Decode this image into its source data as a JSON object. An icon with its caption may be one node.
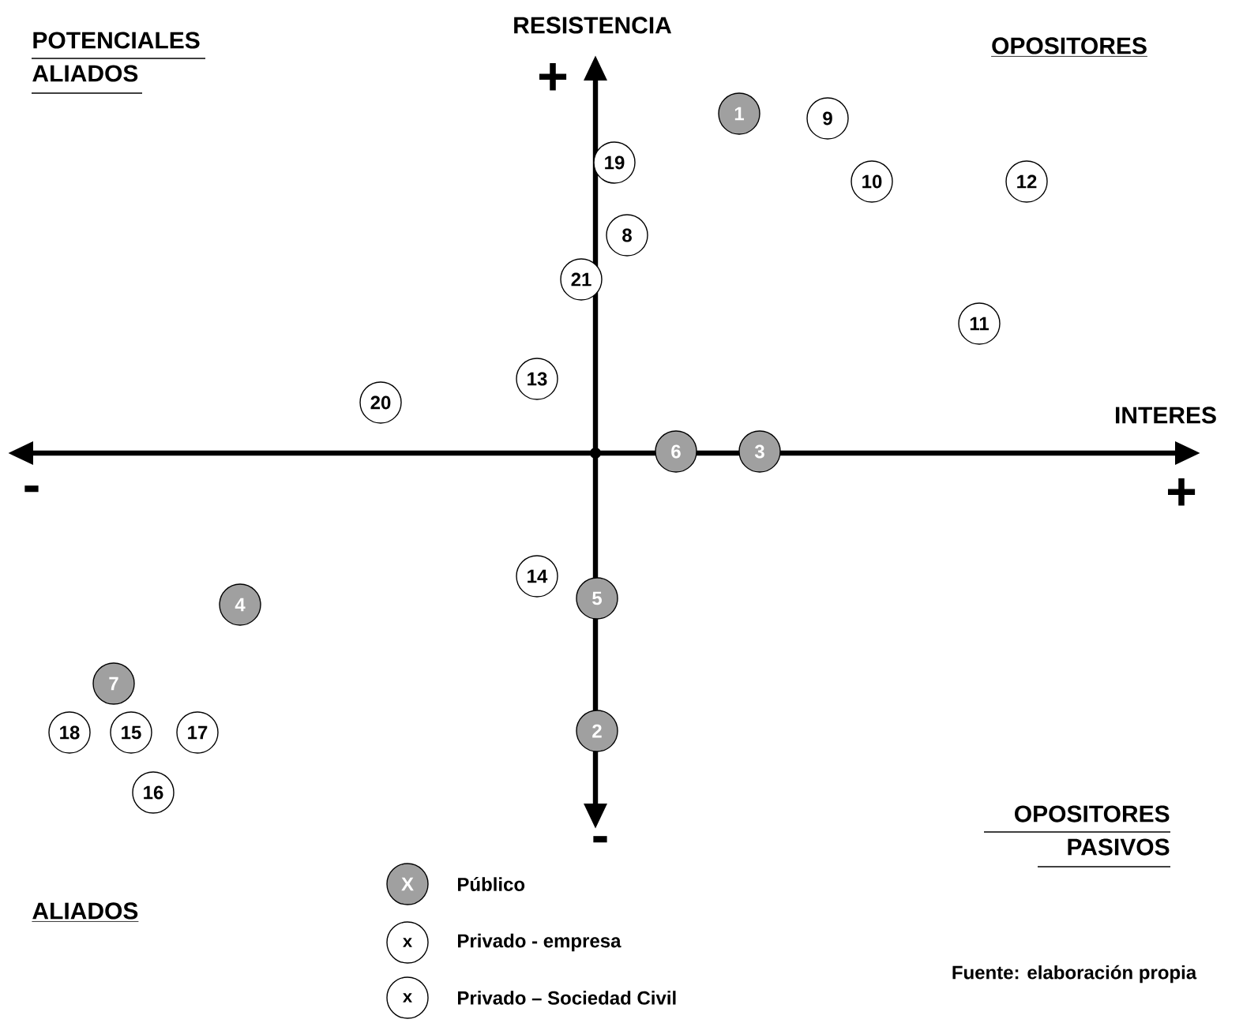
{
  "diagram": {
    "nodes": [
      {
        "text": [
          "1"
        ]
      },
      {
        "text": [
          "9"
        ]
      },
      {
        "text": [
          "19"
        ]
      },
      {
        "text": [
          "10"
        ]
      },
      {
        "text": [
          "12"
        ]
      },
      {
        "text": [
          "8"
        ]
      },
      {
        "text": [
          "21"
        ]
      },
      {
        "text": [
          "11"
        ]
      },
      {
        "text": [
          "13"
        ]
      },
      {
        "text": [
          "20"
        ]
      },
      {
        "text": [
          "6"
        ]
      },
      {
        "text": [
          "3"
        ]
      },
      {
        "text": [
          "14"
        ]
      },
      {
        "text": [
          "5"
        ]
      },
      {
        "text": [
          "4"
        ]
      },
      {
        "text": [
          "7"
        ]
      },
      {
        "text": [
          "18"
        ]
      },
      {
        "text": [
          "15"
        ]
      },
      {
        "text": [
          "17"
        ]
      },
      {
        "text": [
          "2"
        ]
      },
      {
        "text": [
          "16"
        ]
      }
    ],
    "labels": [
      "POTENCIALES ALIADOS",
      "RESISTENCIA",
      "+",
      "OPOSITORES",
      "INTERES",
      "-",
      "+",
      "OPOSITORES PASIVOS",
      "-",
      "ALIADOS",
      "X",
      "x",
      "x",
      "Fuente: elaboración propia"
    ],
    "legend": [
      {
        "text": "Público"
      },
      {
        "text": "Privado - empresa"
      },
      {
        "text": "Privado – Sociedad Civil"
      }
    ]
  }
}
